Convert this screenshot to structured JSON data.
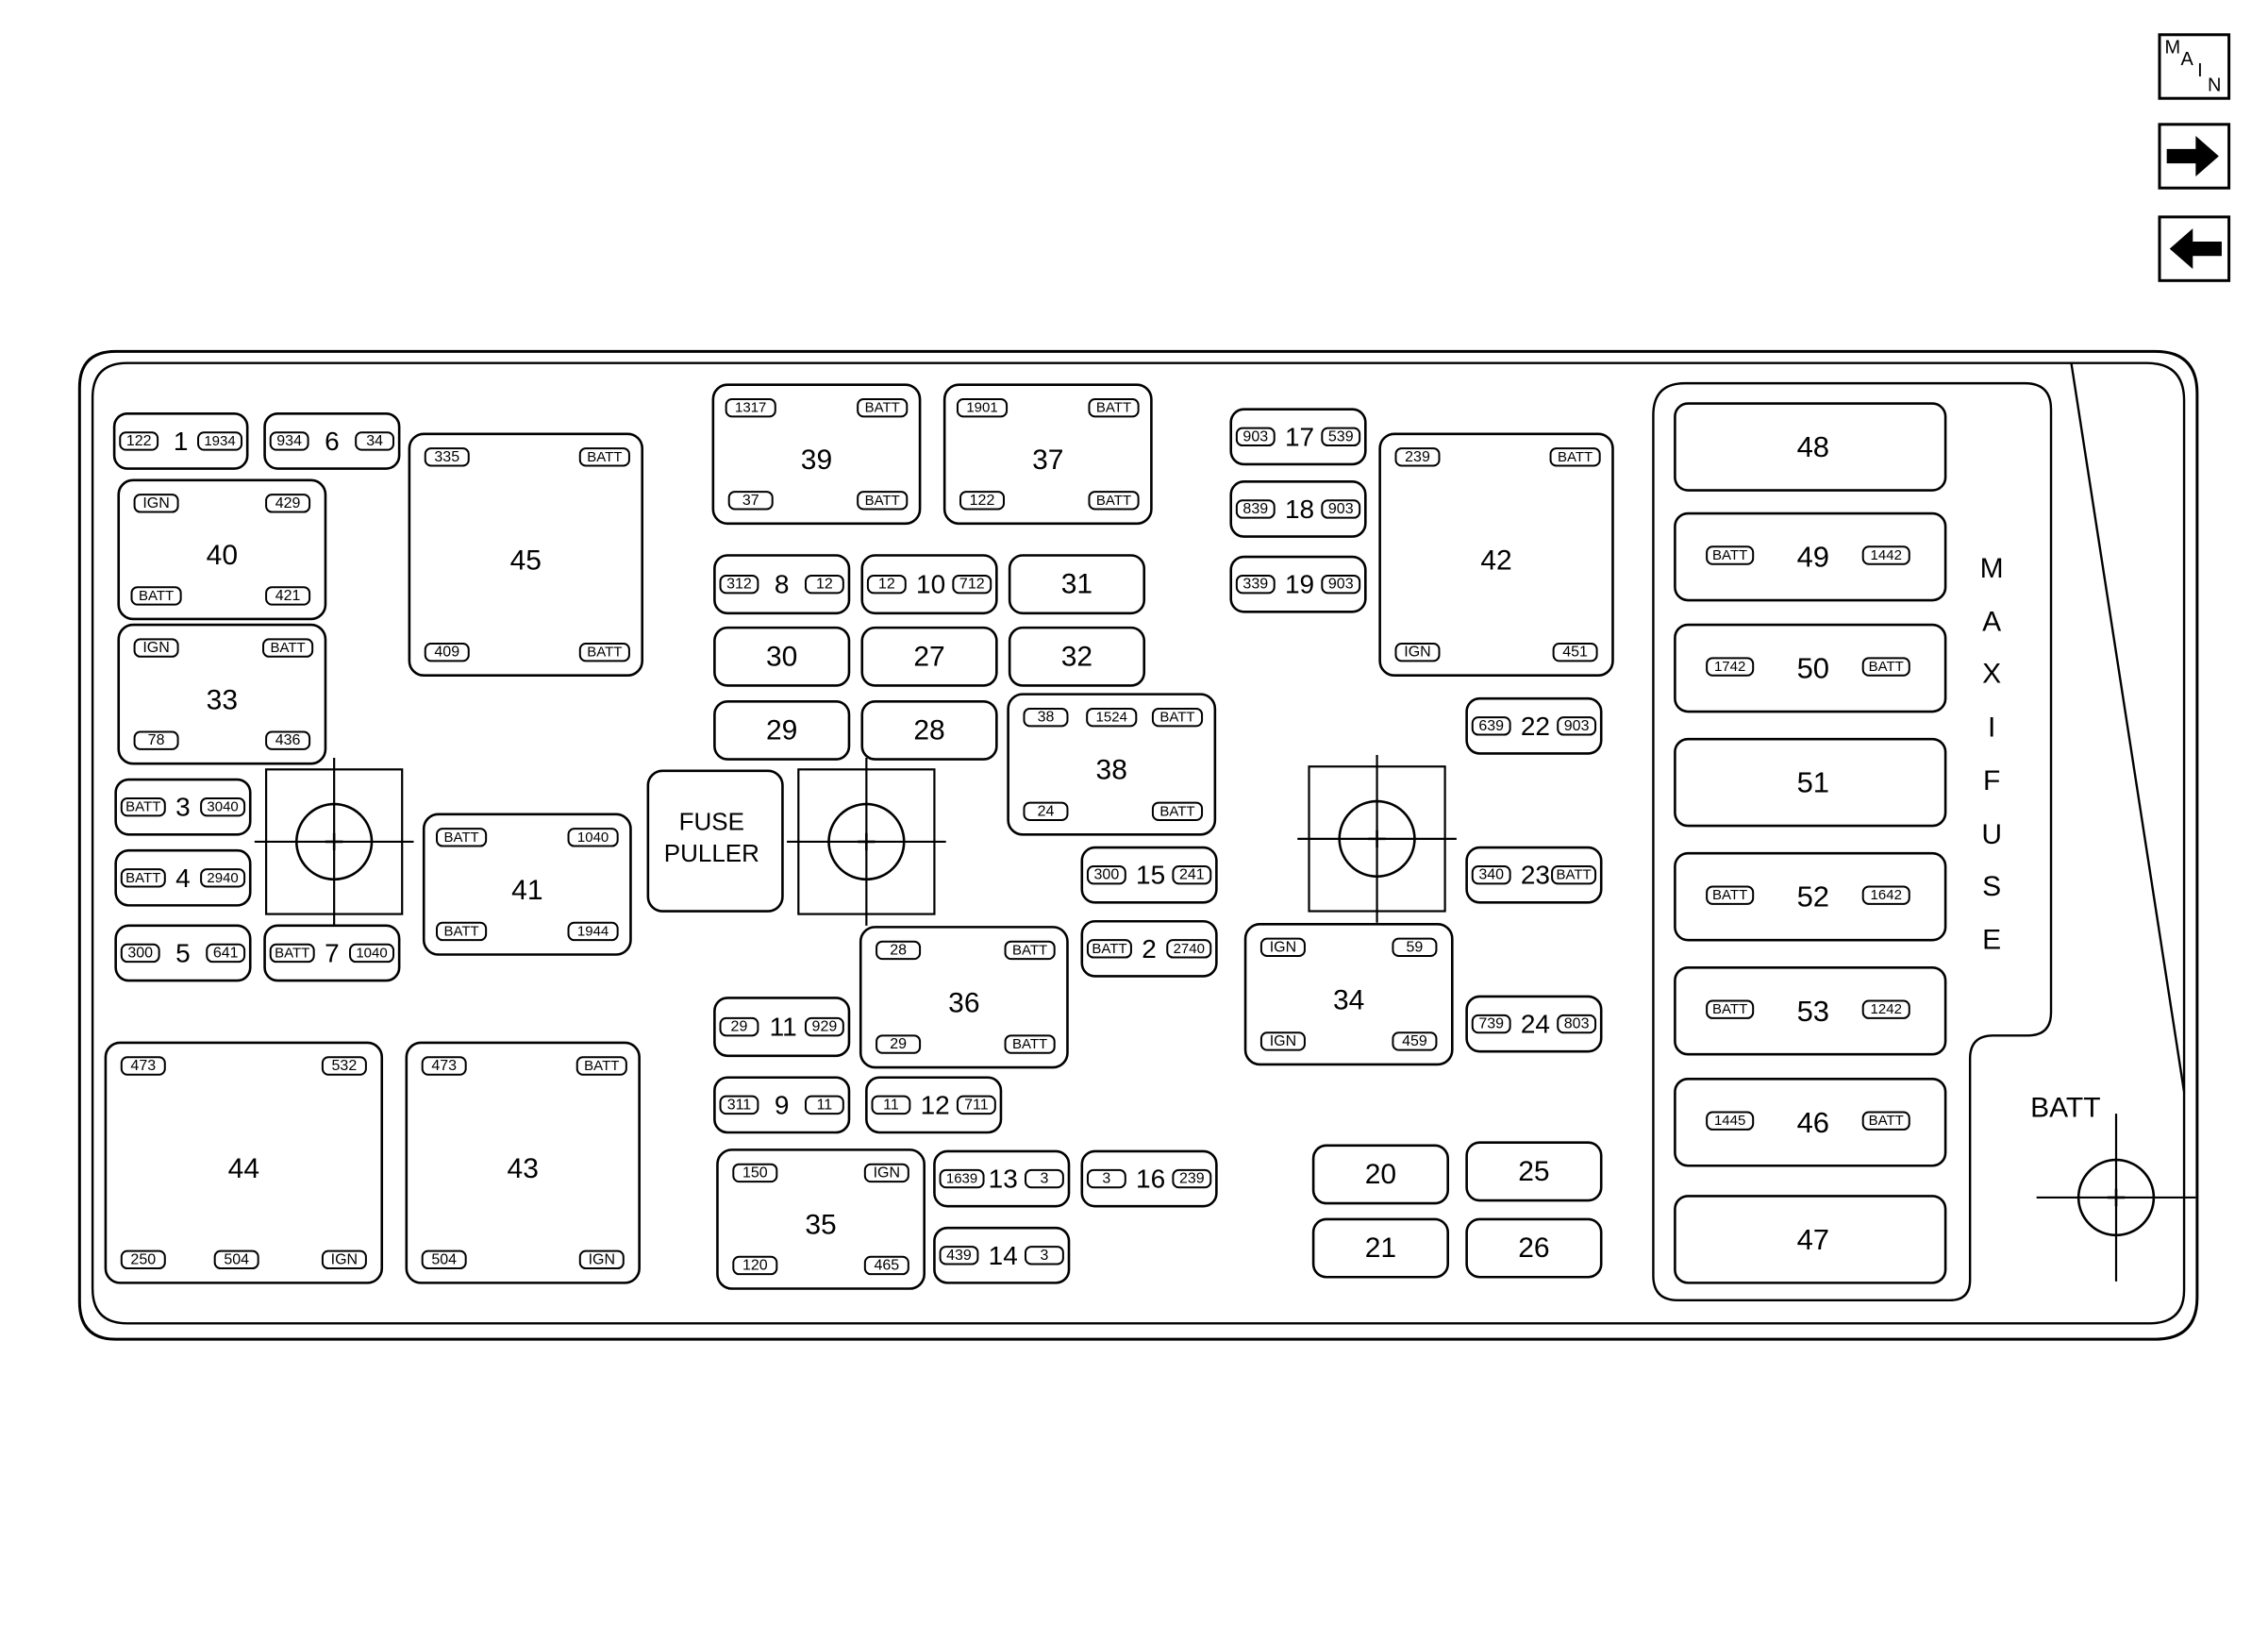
{
  "nav": {
    "main_letters": [
      "M",
      "A",
      "I",
      "N"
    ],
    "buttons": [
      {
        "name": "main-button",
        "icon": "main-icon"
      },
      {
        "name": "next-button",
        "icon": "arrow-right-icon"
      },
      {
        "name": "back-button",
        "icon": "arrow-left-icon"
      }
    ]
  },
  "labels": {
    "fuse_puller": [
      "FUSE",
      "PULLER"
    ],
    "maxi_fuse": [
      "M",
      "A",
      "X",
      "I",
      "F",
      "U",
      "S",
      "E"
    ],
    "batt": "BATT"
  },
  "fuses": [
    {
      "id": "1",
      "left": "122",
      "right": "1934"
    },
    {
      "id": "6",
      "left": "934",
      "right": "34"
    },
    {
      "id": "3",
      "left": "BATT",
      "right": "3040"
    },
    {
      "id": "4",
      "left": "BATT",
      "right": "2940"
    },
    {
      "id": "5",
      "left": "300",
      "right": "641"
    },
    {
      "id": "7",
      "left": "BATT",
      "right": "1040"
    },
    {
      "id": "8",
      "left": "312",
      "right": "12"
    },
    {
      "id": "10",
      "left": "12",
      "right": "712"
    },
    {
      "id": "31",
      "left": "",
      "right": ""
    },
    {
      "id": "30",
      "left": "",
      "right": ""
    },
    {
      "id": "27",
      "left": "",
      "right": ""
    },
    {
      "id": "32",
      "left": "",
      "right": ""
    },
    {
      "id": "29",
      "left": "",
      "right": ""
    },
    {
      "id": "28",
      "left": "",
      "right": ""
    },
    {
      "id": "17",
      "left": "903",
      "right": "539"
    },
    {
      "id": "18",
      "left": "839",
      "right": "903"
    },
    {
      "id": "19",
      "left": "339",
      "right": "903"
    },
    {
      "id": "22",
      "left": "639",
      "right": "903"
    },
    {
      "id": "15",
      "left": "300",
      "right": "241"
    },
    {
      "id": "23",
      "left": "340",
      "right": "BATT"
    },
    {
      "id": "2",
      "left": "BATT",
      "right": "2740"
    },
    {
      "id": "11",
      "left": "29",
      "right": "929"
    },
    {
      "id": "9",
      "left": "311",
      "right": "11"
    },
    {
      "id": "12",
      "left": "11",
      "right": "711"
    },
    {
      "id": "13",
      "left": "1639",
      "right": "3"
    },
    {
      "id": "16",
      "left": "3",
      "right": "239"
    },
    {
      "id": "14",
      "left": "439",
      "right": "3"
    },
    {
      "id": "24",
      "left": "739",
      "right": "803"
    },
    {
      "id": "20",
      "left": "",
      "right": ""
    },
    {
      "id": "25",
      "left": "",
      "right": ""
    },
    {
      "id": "21",
      "left": "",
      "right": ""
    },
    {
      "id": "26",
      "left": "",
      "right": ""
    }
  ],
  "relays": [
    {
      "id": "40",
      "tl": "IGN",
      "tr": "429",
      "bl": "BATT",
      "br": "421"
    },
    {
      "id": "33",
      "tl": "IGN",
      "tr": "BATT",
      "bl": "78",
      "br": "436"
    },
    {
      "id": "45",
      "tl": "335",
      "tr": "BATT",
      "bl": "409",
      "br": "BATT"
    },
    {
      "id": "39",
      "tl": "1317",
      "tr": "BATT",
      "bl": "37",
      "br": "BATT"
    },
    {
      "id": "37",
      "tl": "1901",
      "tr": "BATT",
      "bl": "122",
      "br": "BATT"
    },
    {
      "id": "42",
      "tl": "239",
      "tr": "BATT",
      "bl": "IGN",
      "br": "451"
    },
    {
      "id": "41",
      "tl": "BATT",
      "tr": "1040",
      "bl": "BATT",
      "br": "1944"
    },
    {
      "id": "38",
      "tl": "38",
      "tm": "1524",
      "tr": "BATT",
      "bl": "24",
      "br": "BATT"
    },
    {
      "id": "36",
      "tl": "28",
      "tr": "BATT",
      "bl": "29",
      "br": "BATT"
    },
    {
      "id": "34",
      "tl": "IGN",
      "tr": "59",
      "bl": "IGN",
      "br": "459"
    },
    {
      "id": "35",
      "tl": "150",
      "tr": "IGN",
      "bl": "120",
      "br": "465"
    },
    {
      "id": "44",
      "tl": "473",
      "tr": "532",
      "bl": "250",
      "bm": "504",
      "br": "IGN"
    },
    {
      "id": "43",
      "tl": "473",
      "tr": "BATT",
      "bl": "504",
      "br": "IGN"
    }
  ],
  "maxi_fuses": [
    {
      "id": "48",
      "left": "",
      "right": ""
    },
    {
      "id": "49",
      "left": "BATT",
      "right": "1442"
    },
    {
      "id": "50",
      "left": "1742",
      "right": "BATT"
    },
    {
      "id": "51",
      "left": "",
      "right": ""
    },
    {
      "id": "52",
      "left": "BATT",
      "right": "1642"
    },
    {
      "id": "53",
      "left": "BATT",
      "right": "1242"
    },
    {
      "id": "46",
      "left": "1445",
      "right": "BATT"
    },
    {
      "id": "47",
      "left": "",
      "right": ""
    }
  ]
}
